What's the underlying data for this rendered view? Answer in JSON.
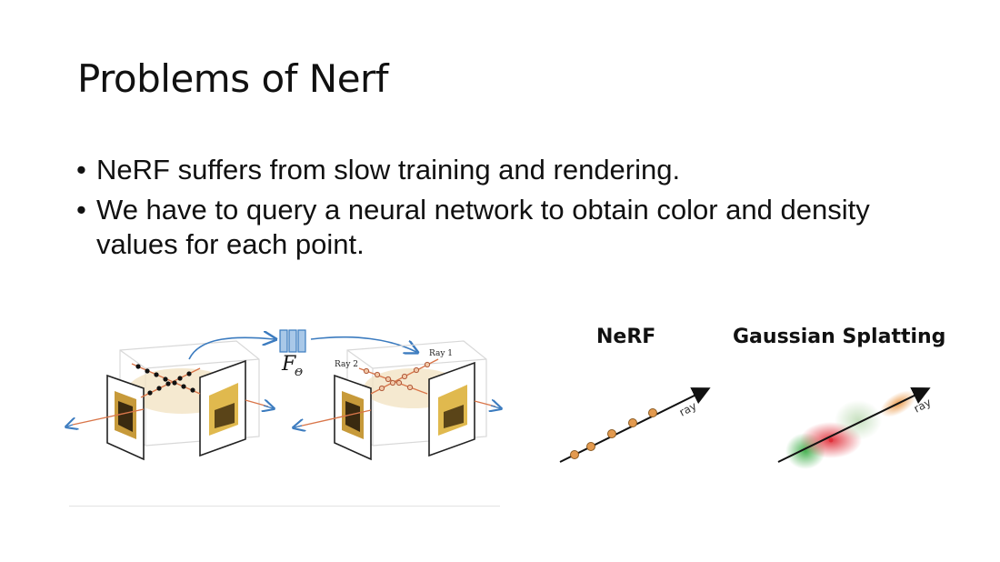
{
  "slide": {
    "title": "Problems of Nerf",
    "bullets": [
      "NeRF suffers from slow training and rendering.",
      "We have to query a neural network to obtain color and density values for each point."
    ],
    "bullet_symbol": "•"
  },
  "figure_left": {
    "network_label": "F",
    "network_subscript": "Θ",
    "ray1_label": "Ray 1",
    "ray2_label": "Ray 2"
  },
  "figure_right": {
    "nerf_label": "NeRF",
    "gs_label": "Gaussian Splatting",
    "ray_label_nerf": "ray",
    "ray_label_gs": "ray"
  },
  "colors": {
    "arrow_blue": "#3b7bbf",
    "ray_orange": "#d9764a",
    "network_fill": "#a9c8e8",
    "point_orange": "#e39a4f"
  }
}
